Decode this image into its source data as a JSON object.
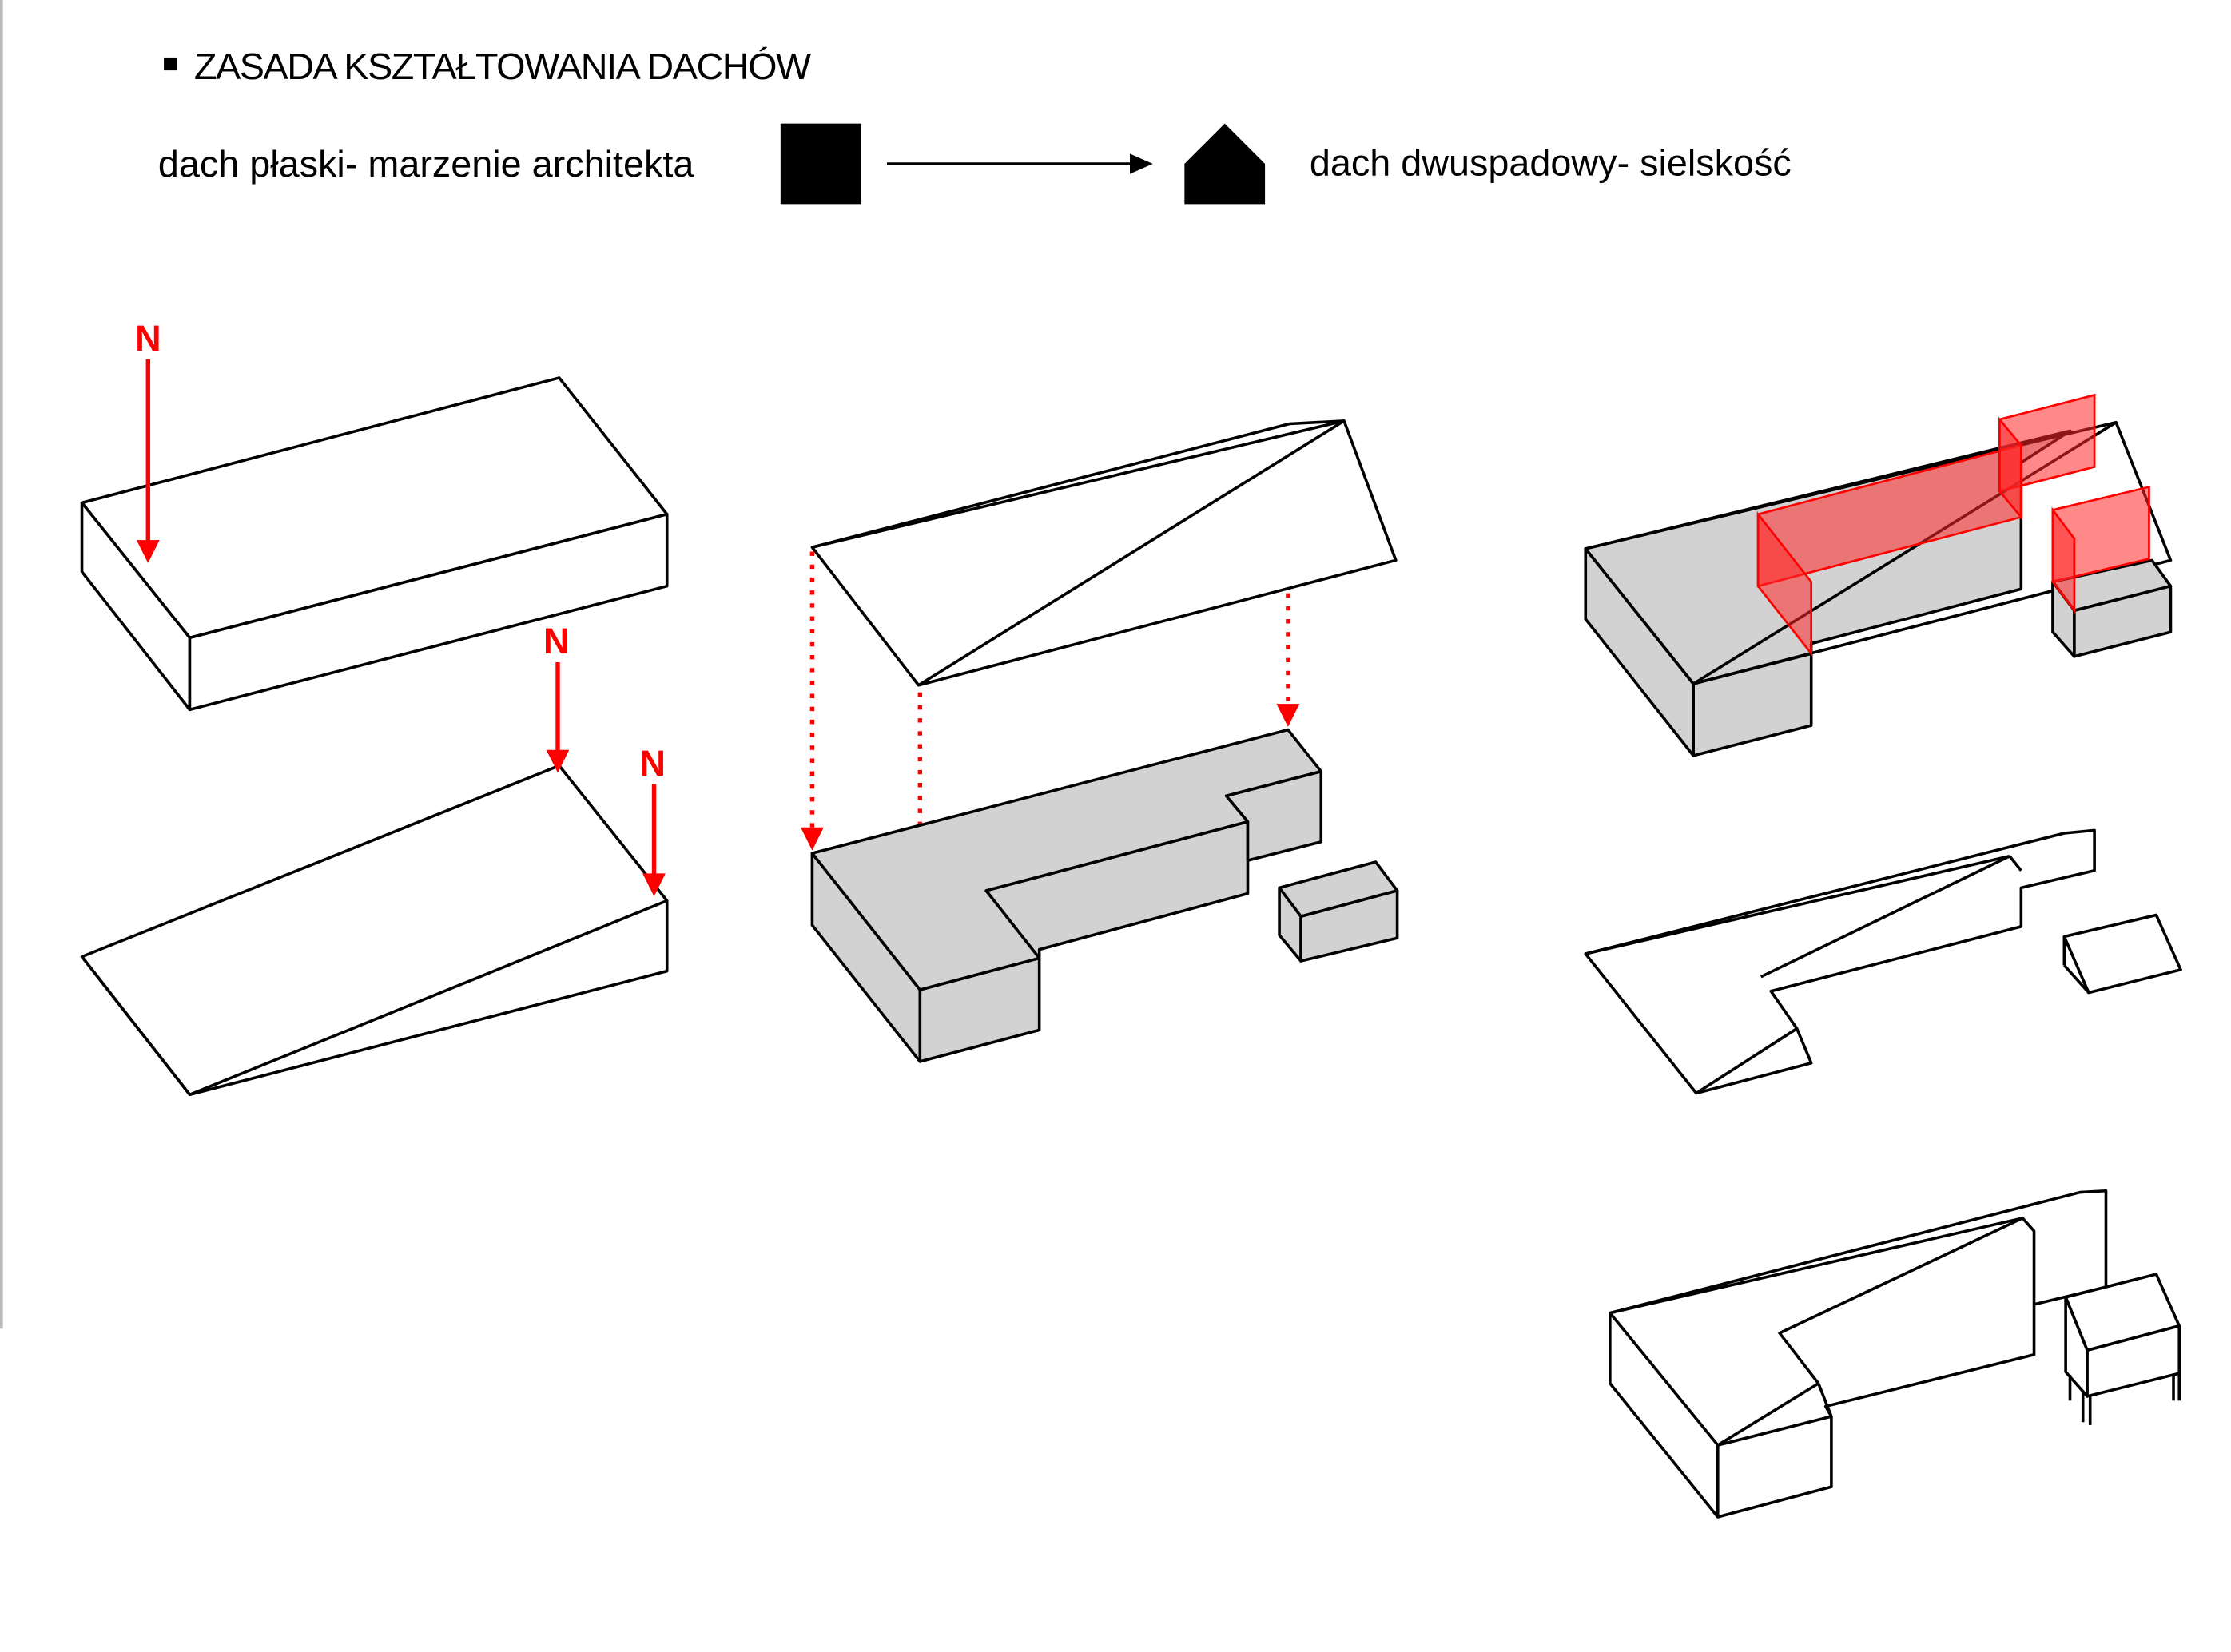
{
  "header": {
    "title": "ZASADA KSZTAŁTOWANIA DACHÓW",
    "flat_roof_label": "dach płaski- marzenie architekta",
    "gable_roof_label": "dach dwuspadowy- sielskość",
    "flat_icon": "flat-roof-square-icon",
    "gable_icon": "gable-roof-house-icon"
  },
  "north_labels": [
    "N",
    "N",
    "N"
  ],
  "colors": {
    "accent": "#ff0000",
    "mass_fill": "#d2d2d2",
    "plane_fill": "#ff2828"
  }
}
